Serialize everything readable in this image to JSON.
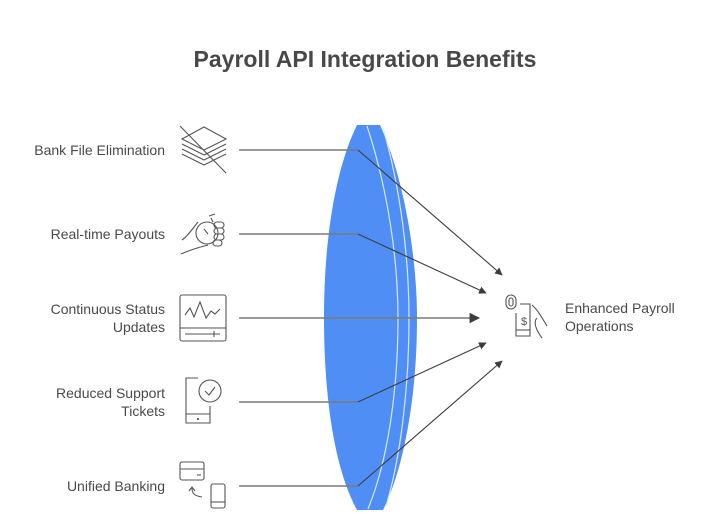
{
  "title": "Payroll API Integration Benefits",
  "inputs": [
    {
      "label": "Bank File Elimination",
      "icon": "stacked-papers-crossed-icon"
    },
    {
      "label": "Real-time Payouts",
      "icon": "hand-stopwatch-icon"
    },
    {
      "label": "Continuous Status\nUpdates",
      "icon": "monitor-pulse-icon"
    },
    {
      "label": "Reduced Support\nTickets",
      "icon": "phone-checkmark-icon"
    },
    {
      "label": "Unified Banking",
      "icon": "card-phone-transfer-icon"
    }
  ],
  "lens": {
    "color": "#4f8ef5",
    "highlight": "#cfe1ff",
    "icon": "lens-icon"
  },
  "output": {
    "label": "Enhanced Payroll\nOperations",
    "icon": "hand-phone-payment-icon"
  },
  "colors": {
    "line": "#7a7a7a",
    "arrow": "#3d3d3d",
    "text": "#4a4a4a",
    "icon": "#555555"
  }
}
